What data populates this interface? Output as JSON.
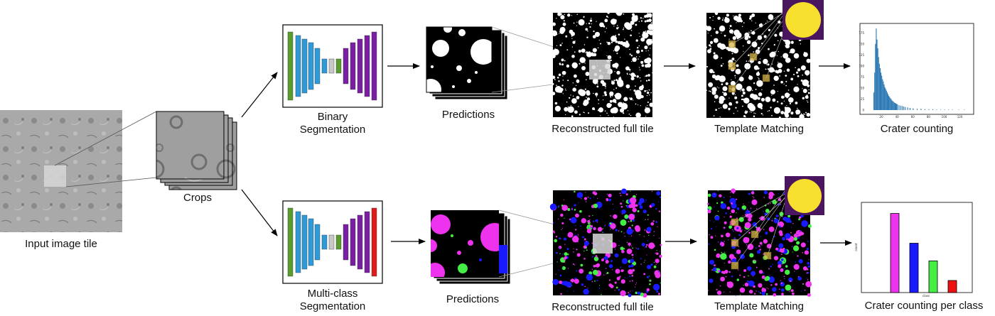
{
  "labels": {
    "input_tile": "Input image tile",
    "crops": "Crops",
    "binary_seg": "Binary\nSegmentation",
    "multi_seg": "Multi-class\nSegmentation",
    "predictions": "Predictions",
    "reconstructed": "Reconstructed full tile",
    "template_matching": "Template Matching",
    "crater_counting": "Crater counting",
    "crater_counting_class": "Crater counting per class"
  },
  "colors": {
    "unet_green": "#5b9c2e",
    "unet_blue": "#2e9ad8",
    "unet_gray": "#c8c8c8",
    "unet_purple": "#7a1fa2",
    "unet_red": "#e01b1b",
    "template_bg": "#4b1660",
    "template_yellow": "#f7e02d",
    "hist_blue": "#2a78b4",
    "magenta": "#ee33ee",
    "blue": "#1a1aff",
    "green": "#44ee44",
    "red": "#ee1111"
  },
  "histogram": {
    "y_ticks": [
      "175",
      "150",
      "125",
      "100",
      "75",
      "50",
      "25",
      "0"
    ],
    "x_ticks": [
      "20",
      "40",
      "60",
      "80",
      "100",
      "120"
    ],
    "x_range": [
      0,
      133
    ],
    "y_range": [
      0,
      190
    ],
    "bin_width": 1,
    "bins": [
      {
        "x": 10,
        "count": 40
      },
      {
        "x": 11,
        "count": 85
      },
      {
        "x": 12,
        "count": 150
      },
      {
        "x": 13,
        "count": 185
      },
      {
        "x": 14,
        "count": 160
      },
      {
        "x": 15,
        "count": 140
      },
      {
        "x": 16,
        "count": 120
      },
      {
        "x": 17,
        "count": 105
      },
      {
        "x": 18,
        "count": 95
      },
      {
        "x": 19,
        "count": 85
      },
      {
        "x": 20,
        "count": 78
      },
      {
        "x": 21,
        "count": 70
      },
      {
        "x": 22,
        "count": 65
      },
      {
        "x": 23,
        "count": 58
      },
      {
        "x": 24,
        "count": 52
      },
      {
        "x": 25,
        "count": 48
      },
      {
        "x": 26,
        "count": 44
      },
      {
        "x": 27,
        "count": 40
      },
      {
        "x": 28,
        "count": 36
      },
      {
        "x": 29,
        "count": 32
      },
      {
        "x": 30,
        "count": 30
      },
      {
        "x": 31,
        "count": 27
      },
      {
        "x": 32,
        "count": 25
      },
      {
        "x": 33,
        "count": 22
      },
      {
        "x": 34,
        "count": 20
      },
      {
        "x": 35,
        "count": 19
      },
      {
        "x": 36,
        "count": 17
      },
      {
        "x": 37,
        "count": 16
      },
      {
        "x": 38,
        "count": 15
      },
      {
        "x": 39,
        "count": 14
      },
      {
        "x": 40,
        "count": 13
      },
      {
        "x": 42,
        "count": 11
      },
      {
        "x": 44,
        "count": 10
      },
      {
        "x": 46,
        "count": 9
      },
      {
        "x": 48,
        "count": 8
      },
      {
        "x": 50,
        "count": 7
      },
      {
        "x": 53,
        "count": 6
      },
      {
        "x": 56,
        "count": 5
      },
      {
        "x": 60,
        "count": 4
      },
      {
        "x": 65,
        "count": 3
      },
      {
        "x": 70,
        "count": 3
      },
      {
        "x": 75,
        "count": 2
      },
      {
        "x": 80,
        "count": 2
      },
      {
        "x": 85,
        "count": 2
      },
      {
        "x": 90,
        "count": 1
      },
      {
        "x": 95,
        "count": 1
      },
      {
        "x": 100,
        "count": 1
      },
      {
        "x": 105,
        "count": 1
      },
      {
        "x": 110,
        "count": 1
      },
      {
        "x": 118,
        "count": 1
      },
      {
        "x": 125,
        "count": 1
      }
    ]
  },
  "class_bars": {
    "xlabel": "class",
    "ylabel": "count",
    "values": [
      0.85,
      0.53,
      0.34,
      0.13
    ],
    "colors": [
      "#ee33ee",
      "#1a1aff",
      "#44ee44",
      "#ee1111"
    ]
  }
}
